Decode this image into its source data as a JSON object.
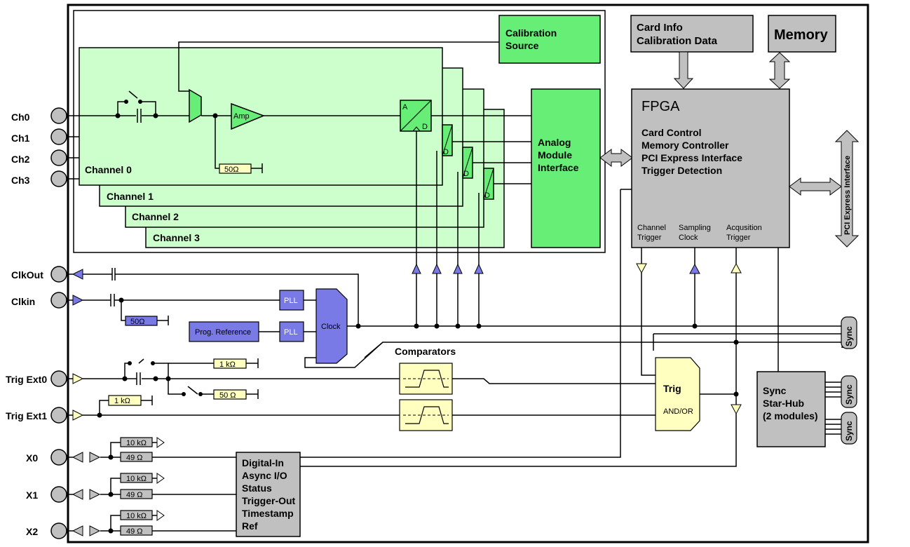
{
  "inputs": {
    "ch0": "Ch0",
    "ch1": "Ch1",
    "ch2": "Ch2",
    "ch3": "Ch3",
    "clkout": "ClkOut",
    "clkin": "Clkin",
    "trig_ext0": "Trig Ext0",
    "trig_ext1": "Trig Ext1",
    "x0": "X0",
    "x1": "X1",
    "x2": "X2"
  },
  "channels": {
    "ch0": "Channel 0",
    "ch1": "Channel 1",
    "ch2": "Channel 2",
    "ch3": "Channel 3",
    "amp": "Amp",
    "res_50": "50Ω",
    "adc_a": "A",
    "adc_d": "D",
    "adc_small_d": "D"
  },
  "calibration": {
    "line1": "Calibration",
    "line2": "Source"
  },
  "analog_module": {
    "line1": "Analog",
    "line2": "Module",
    "line3": "Interface"
  },
  "card_info": {
    "line1": "Card Info",
    "line2": "Calibration Data"
  },
  "memory": "Memory",
  "fpga": {
    "title": "FPGA",
    "functions": [
      "Card Control",
      "Memory Controller",
      "PCI Express Interface",
      "Trigger Detection"
    ],
    "channel_trigger": [
      "Channel",
      "Trigger"
    ],
    "sampling_clock": [
      "Sampling",
      "Clock"
    ],
    "acq_trigger": [
      "Acqusition",
      "Trigger"
    ]
  },
  "pci_express": "PCI Express Interface",
  "clock_section": {
    "res_50": "50Ω",
    "pll": "PLL",
    "prog_ref": "Prog. Reference",
    "clock": "Clock"
  },
  "trigger": {
    "comparators": "Comparators",
    "res_1k": "1 kΩ",
    "res_50": "50 Ω",
    "trig": "Trig",
    "andor": "AND/OR"
  },
  "sync": {
    "label": "Sync",
    "starhub": [
      "Sync",
      "Star-Hub",
      "(2 modules)"
    ]
  },
  "digital": {
    "res_10k": "10 kΩ",
    "res_49": "49 Ω",
    "block": [
      "Digital-In",
      "Async I/O",
      "Status",
      "Trigger-Out",
      "Timestamp",
      "Ref"
    ]
  },
  "colors": {
    "channel_fill": "#ccffcc",
    "module_green": "#66ee77",
    "fpga_gray": "#c0c0c0",
    "clock_blue": "#7a7ae6",
    "trig_yellow": "#ffffc0"
  }
}
